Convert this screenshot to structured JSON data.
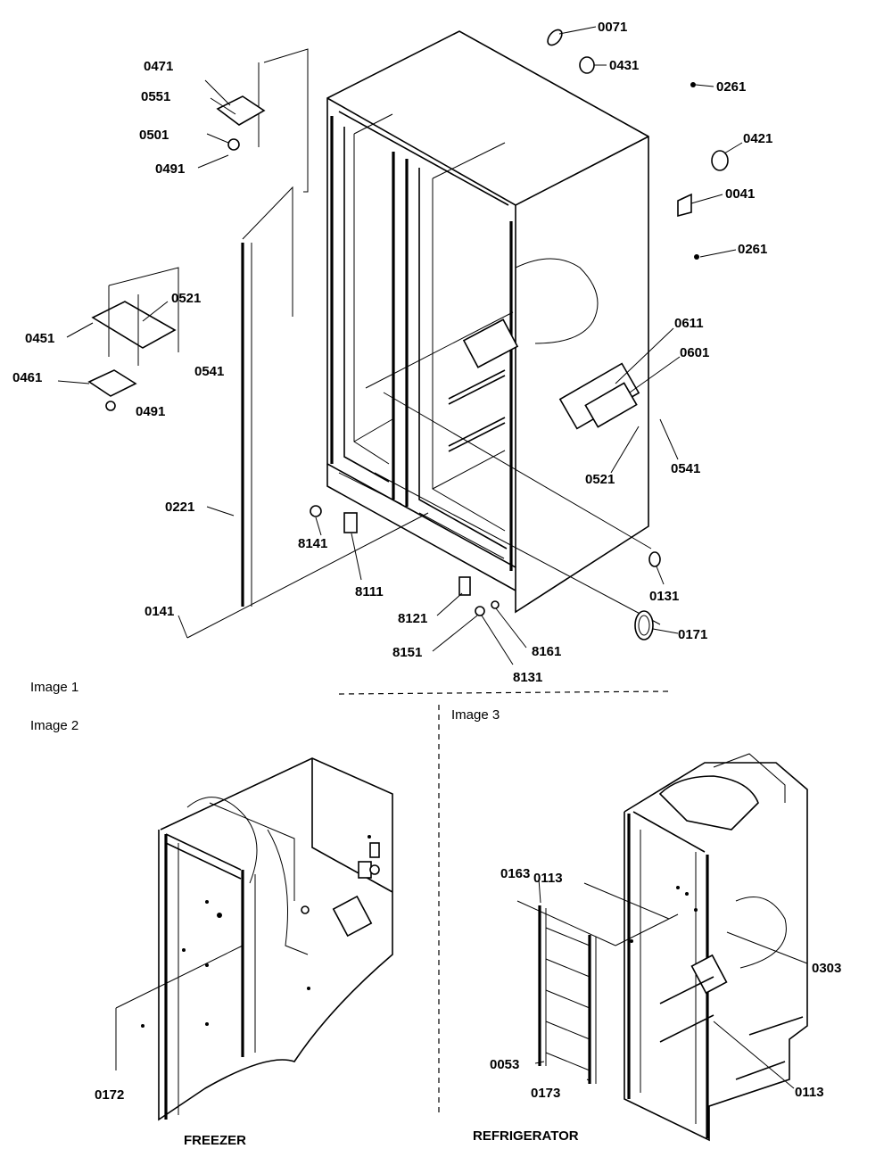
{
  "image_labels": {
    "image1": "Image 1",
    "image2": "Image 2",
    "image3": "Image 3"
  },
  "captions": {
    "freezer": "FREEZER",
    "refrigerator": "REFRIGERATOR"
  },
  "image1_parts": {
    "p0071": "0071",
    "p0431": "0431",
    "p0261a": "0261",
    "p0421": "0421",
    "p0041": "0041",
    "p0261b": "0261",
    "p0611": "0611",
    "p0601": "0601",
    "p0521b": "0521",
    "p0541b": "0541",
    "p0131": "0131",
    "p0171": "0171",
    "p8161": "8161",
    "p8131": "8131",
    "p8151": "8151",
    "p8121": "8121",
    "p8111": "8111",
    "p8141": "8141",
    "p0141": "0141",
    "p0221": "0221",
    "p0541a": "0541",
    "p0461": "0461",
    "p0491b": "0491",
    "p0451": "0451",
    "p0521a": "0521",
    "p0471": "0471",
    "p0551": "0551",
    "p0501": "0501",
    "p0491a": "0491"
  },
  "image2_parts": {
    "p0172": "0172"
  },
  "image3_parts": {
    "p0163": "0163",
    "p0113a": "0113",
    "p0303": "0303",
    "p0053": "0053",
    "p0173": "0173",
    "p0113b": "0113"
  }
}
